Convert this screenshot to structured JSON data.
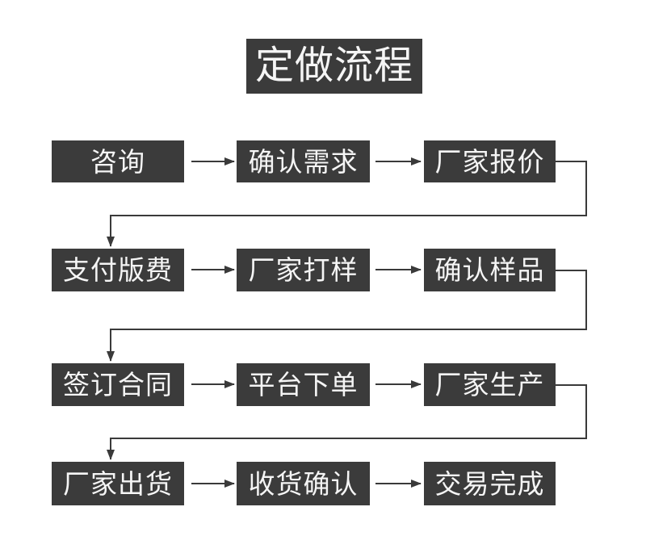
{
  "title": {
    "label": "定做流程"
  },
  "colors": {
    "box_bg": "#3b3b3b",
    "box_text": "#f5f5f5",
    "line": "#3a3a3a",
    "page_bg": "#ffffff"
  },
  "flow": {
    "rows": [
      {
        "steps": [
          "咨询",
          "确认需求",
          "厂家报价"
        ]
      },
      {
        "steps": [
          "支付版费",
          "厂家打样",
          "确认样品"
        ]
      },
      {
        "steps": [
          "签订合同",
          "平台下单",
          "厂家生产"
        ]
      },
      {
        "steps": [
          "厂家出货",
          "收货确认",
          "交易完成"
        ]
      }
    ]
  }
}
